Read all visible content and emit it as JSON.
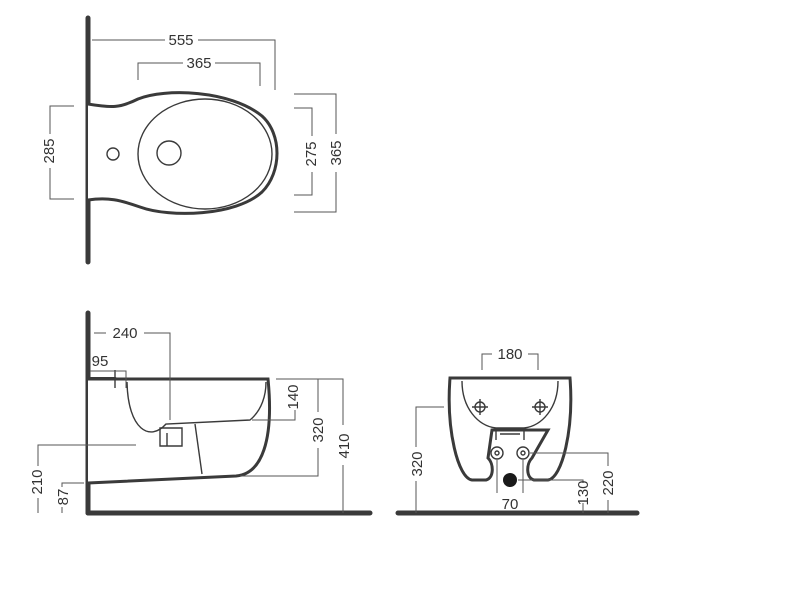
{
  "views": {
    "top": {
      "dims": {
        "overall_length": "555",
        "bowl_length": "365",
        "width": "285",
        "bowl_width": "275",
        "outer_width": "365"
      }
    },
    "side": {
      "dims": {
        "bowl_center": "240",
        "rim_offset": "95",
        "bowl_depth": "140",
        "rim_height_from_base": "320",
        "total_height": "410",
        "fixing_height": "210",
        "base_offset": "87"
      }
    },
    "front": {
      "dims": {
        "width": "180",
        "height": "320",
        "supply_spacing": "70",
        "waste_height": "130",
        "supply_height": "220"
      }
    }
  }
}
